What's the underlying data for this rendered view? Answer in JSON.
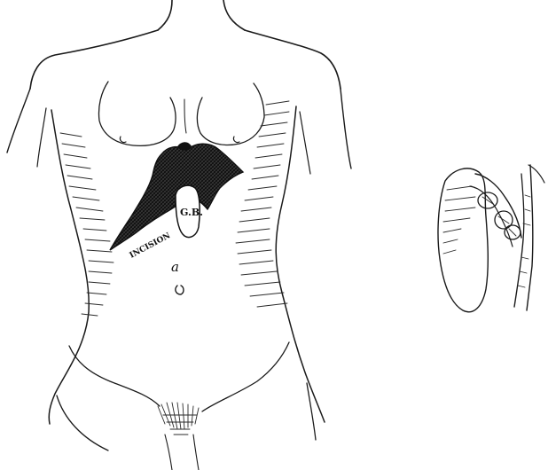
{
  "labels": {
    "incision": "INCISION",
    "gallbladder": "G.B.",
    "figure_letter": "a"
  },
  "colors": {
    "ink": "#1a1a1a",
    "paper": "#ffffff"
  }
}
